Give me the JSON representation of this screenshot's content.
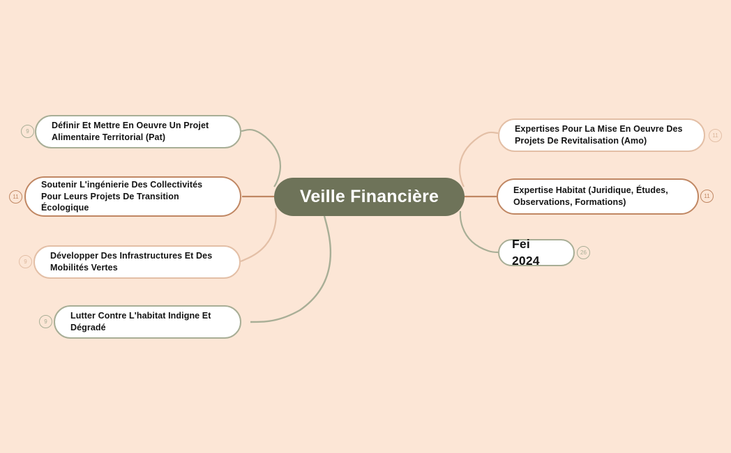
{
  "diagram": {
    "type": "mind-map",
    "background_color": "#FCE6D6",
    "center": {
      "label": "Veille Financière",
      "fill_color": "#6E7359",
      "text_color": "#FFFFFF"
    },
    "palette": {
      "sage": "#A8AE96",
      "terracotta": "#C08763",
      "peach": "#E3BFA6",
      "node_fill": "#FFFFFF",
      "text": "#131313"
    },
    "branches": [
      {
        "id": "pat",
        "side": "left",
        "label": "Définir Et Mettre En Oeuvre Un Projet Alimentaire Territorial (Pat)",
        "badge": "9",
        "color": "#A8AE96"
      },
      {
        "id": "ingenierie",
        "side": "left",
        "label": "Soutenir L'ingénierie Des Collectivités Pour Leurs Projets De Transition Écologique",
        "badge": "11",
        "color": "#C08763"
      },
      {
        "id": "mobilites",
        "side": "left",
        "label": "Développer Des Infrastructures Et Des Mobilités Vertes",
        "badge": "9",
        "color": "#E3BFA6"
      },
      {
        "id": "habitat-indigne",
        "side": "left",
        "label": "Lutter Contre L'habitat Indigne Et Dégradé",
        "badge": "9",
        "color": "#A8AE96"
      },
      {
        "id": "amo",
        "side": "right",
        "label": "Expertises Pour La Mise En Oeuvre Des Projets De Revitalisation (Amo)",
        "badge": "11",
        "color": "#E3BFA6"
      },
      {
        "id": "expertise-habitat",
        "side": "right",
        "label": "Expertise Habitat (Juridique, Études, Observations, Formations)",
        "badge": "11",
        "color": "#C08763"
      },
      {
        "id": "fei-2024",
        "side": "right",
        "label": "Fei 2024",
        "badge": "26",
        "color": "#A8AE96"
      }
    ]
  }
}
